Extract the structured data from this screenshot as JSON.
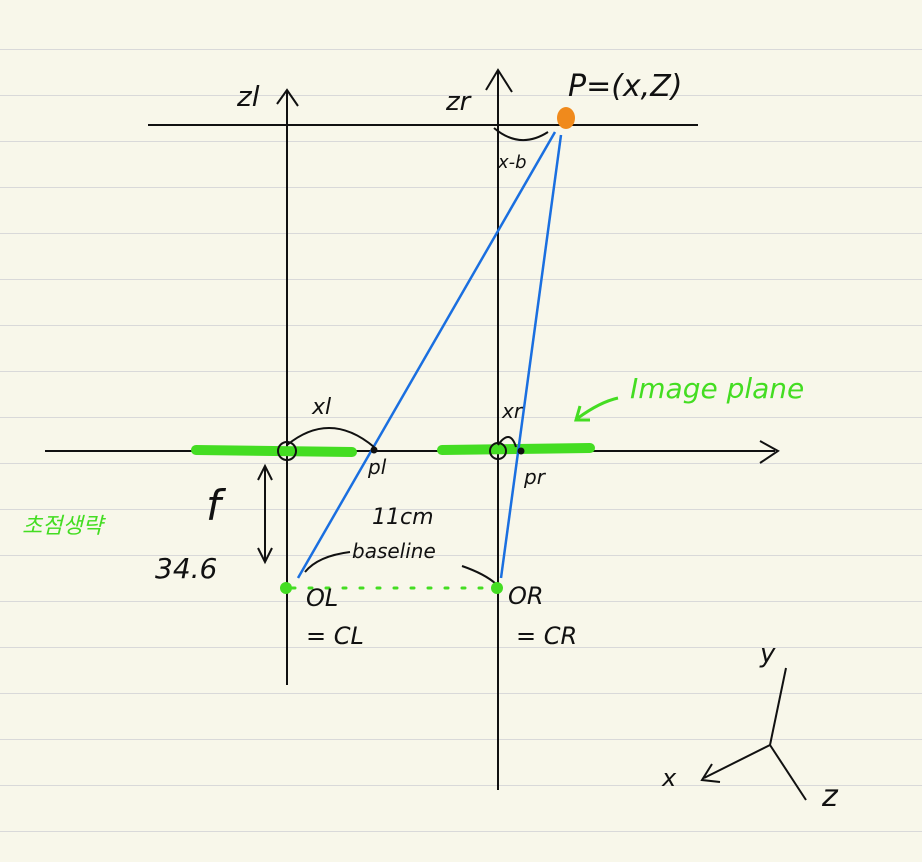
{
  "labels": {
    "zl_axis": "zl",
    "zr_axis": "zr",
    "point_p": "P=(x,Z)",
    "x_minus_b": "x-b",
    "image_plane": "Image plane",
    "xl": "xl",
    "xr": "xr",
    "pl": "pl",
    "pr": "pr",
    "focal": "f",
    "focal_value": "34.6",
    "baseline_value": "11cm",
    "baseline": "baseline",
    "ol": "OL",
    "cl": "= CL",
    "or": "OR",
    "cr": "= CR",
    "korean_note": "초점생략",
    "axis_y": "y",
    "axis_x": "x",
    "axis_z": "z"
  },
  "colors": {
    "ink": "#111111",
    "ray": "#1a6fe0",
    "highlight": "#44dd22",
    "point": "#f08a1c",
    "paper": "#f8f7ea",
    "rule": "#d9d9d9"
  }
}
